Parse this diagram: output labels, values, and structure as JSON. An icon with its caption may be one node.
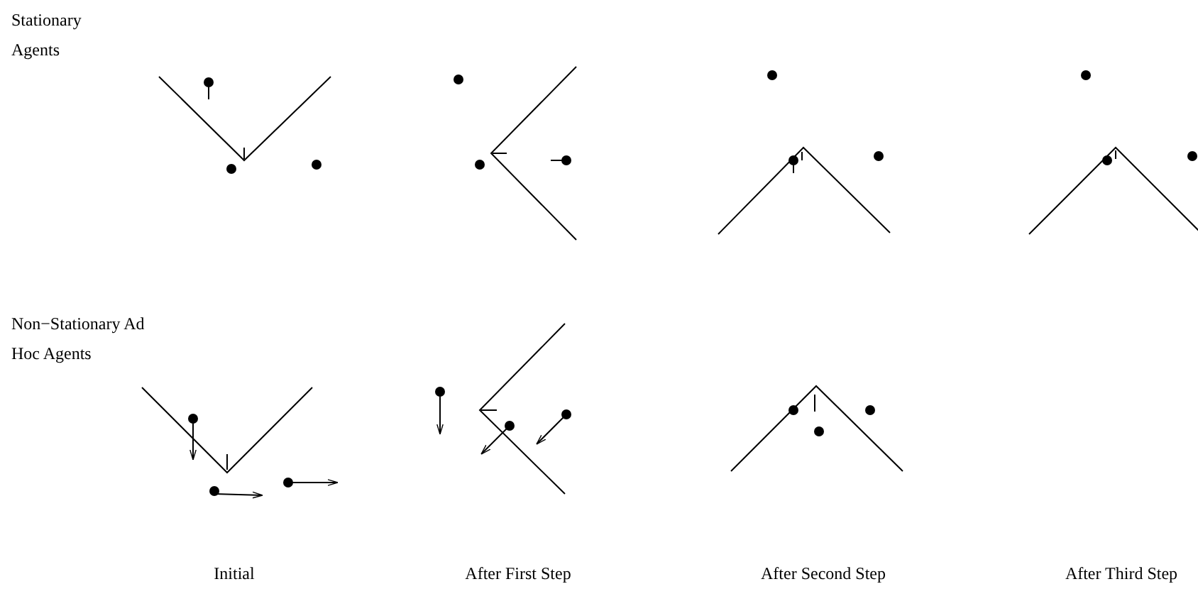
{
  "diagram": {
    "labels": [
      "Stationary Agents",
      "Non−Stationary Ad Hoc Agents",
      "Initial",
      "After First Step",
      "After Second Step",
      "After Third Step"
    ]
  }
}
